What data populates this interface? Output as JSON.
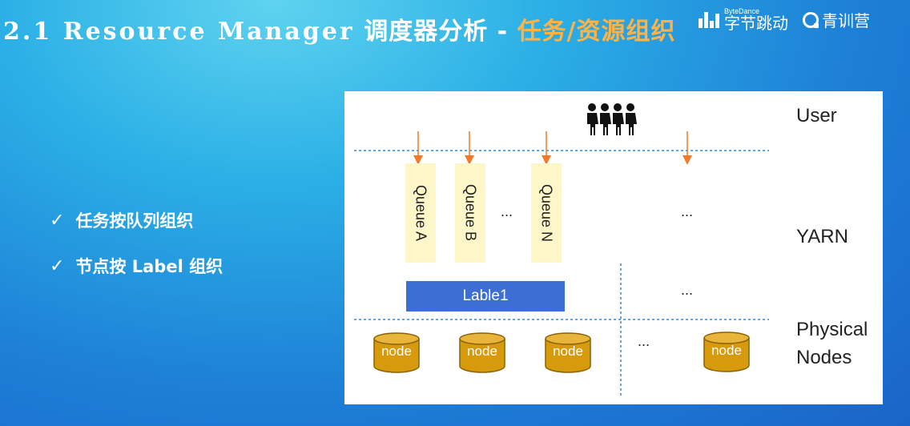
{
  "header": {
    "title_prefix": "2.1 Resource Manager",
    "title_cn": "调度器分析",
    "title_sep": "-",
    "title_accent": "任务/资源组织",
    "accent_color": "#ffb347",
    "logo_bytedance_small": "ByteDance",
    "logo_bytedance": "字节跳动",
    "logo_qingxun": "青训营"
  },
  "bullets": [
    {
      "check": "✓",
      "text": "任务按队列组织"
    },
    {
      "check": "✓",
      "text": "节点按 Label 组织"
    }
  ],
  "diagram": {
    "layers": {
      "user": "User",
      "yarn": "YARN",
      "physical_line1": "Physical",
      "physical_line2": "Nodes"
    },
    "queues": [
      "Queue A",
      "Queue B",
      "Queue N"
    ],
    "label_bar": "Lable1",
    "label_color": "#3d6fd3",
    "node_label": "node",
    "node_color": "#d69a0c",
    "arrow_color": "#f07a2a",
    "ellipsis": "..."
  }
}
